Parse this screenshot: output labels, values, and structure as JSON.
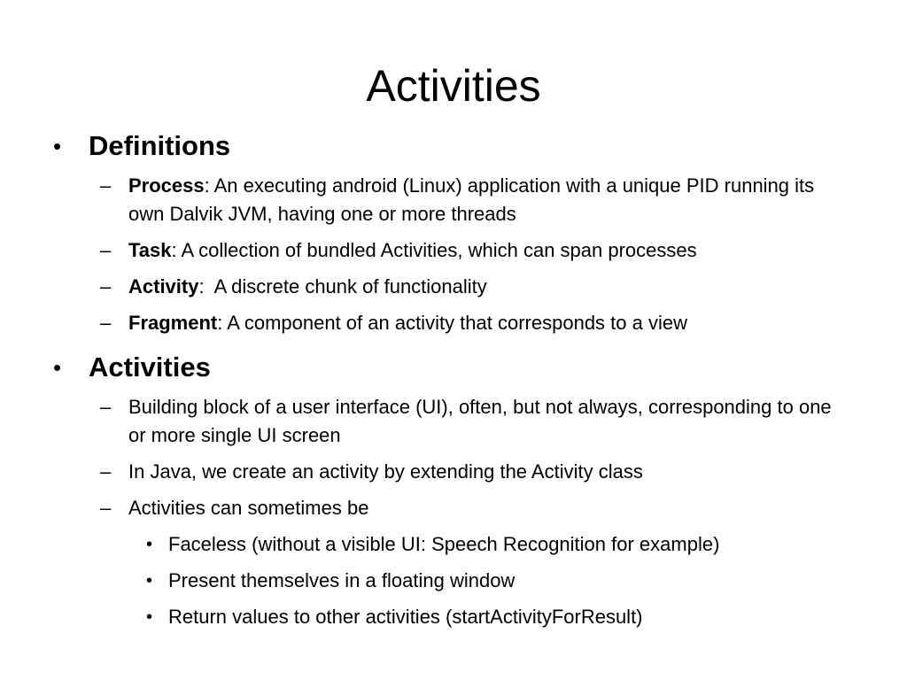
{
  "slide": {
    "title": "Activities",
    "sections": [
      {
        "heading": "Definitions",
        "items": [
          {
            "term": "Process",
            "text": ": An executing android (Linux) application with a unique PID running its own Dalvik JVM, having one or more threads"
          },
          {
            "term": "Task",
            "text": ": A collection of bundled Activities, which can span processes"
          },
          {
            "term": "Activity",
            "text": ":  A discrete chunk of functionality"
          },
          {
            "term": "Fragment",
            "text": ": A component of an activity that corresponds to a view"
          }
        ]
      },
      {
        "heading": "Activities",
        "items": [
          {
            "text": "Building block of a user interface (UI), often, but not always, corresponding to one or more single UI screen"
          },
          {
            "text": "In Java, we create an activity by extending the Activity class"
          },
          {
            "text": "Activities can sometimes be"
          }
        ],
        "subitems": [
          "Faceless (without a visible UI: Speech Recognition for example)",
          "Present themselves in a floating window",
          "Return values to other activities (startActivityForResult)"
        ]
      }
    ]
  }
}
